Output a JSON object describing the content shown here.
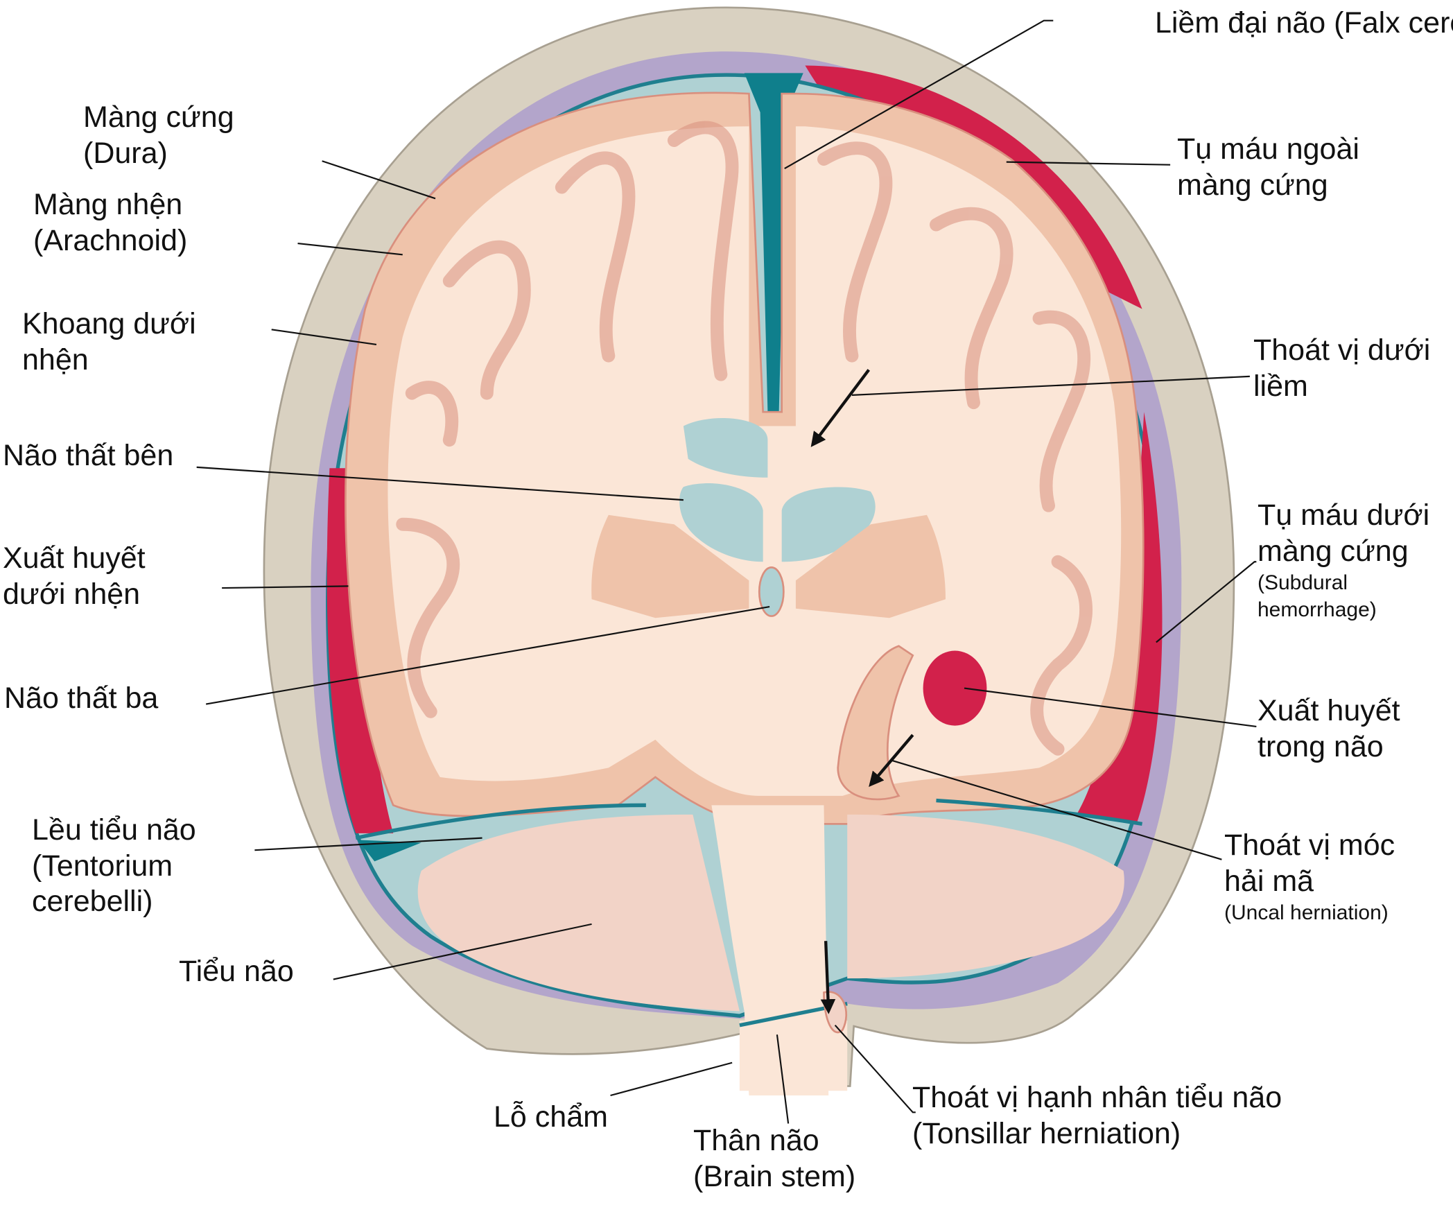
{
  "colors": {
    "skull": "#d9d1c1",
    "skull_outline": "#a8a091",
    "dura": "#b3a5cb",
    "membrane_line": "#1f7f8f",
    "csf": "#afd1d3",
    "cortex": "#efc3aa",
    "cortex_outline": "#d98f7e",
    "white_matter": "#fbe6d7",
    "cerebellum": "#f2d3c7",
    "blood": "#d2214b",
    "sinus": "#0f7f8c",
    "label_line": "#111111"
  },
  "icons": [
    "herniation-arrow-icon"
  ],
  "labels": {
    "falx": {
      "line1": "Liềm đại não (Falx cerebri)"
    },
    "dura": {
      "line1": "Màng cứng",
      "line2": "(Dura)"
    },
    "arachnoid": {
      "line1": "Màng nhện",
      "line2": "(Arachnoid)"
    },
    "subarachnoid_space": {
      "line1": "Khoang dưới",
      "line2": "nhện"
    },
    "lateral_ventricle": {
      "line1": "Não thất bên"
    },
    "subarachnoid_hemorrhage": {
      "line1": "Xuất huyết",
      "line2": "dưới nhện"
    },
    "third_ventricle": {
      "line1": "Não thất ba"
    },
    "tentorium": {
      "line1": "Lều tiểu não",
      "line2": "(Tentorium",
      "line3": "cerebelli)"
    },
    "cerebellum": {
      "line1": "Tiểu não"
    },
    "foramen_magnum": {
      "line1": "Lỗ chẩm"
    },
    "brain_stem": {
      "line1": "Thân não",
      "line2": "(Brain stem)"
    },
    "tonsillar_herniation": {
      "line1": "Thoát vị hạnh nhân tiểu não",
      "line2": "(Tonsillar herniation)"
    },
    "epidural_hematoma": {
      "line1": "Tụ máu ngoài",
      "line2": "màng cứng"
    },
    "subfalcine_herniation": {
      "line1": "Thoát vị dưới",
      "line2": "liềm"
    },
    "subdural_hematoma": {
      "line1": "Tụ máu dưới",
      "line2": "màng cứng",
      "note1": "(Subdural",
      "note2": "hemorrhage)"
    },
    "intracerebral_hemorrhage": {
      "line1": "Xuất huyết",
      "line2": "trong não"
    },
    "uncal_herniation": {
      "line1": "Thoát vị móc",
      "line2": "hải mã",
      "note1": "(Uncal herniation)"
    }
  }
}
